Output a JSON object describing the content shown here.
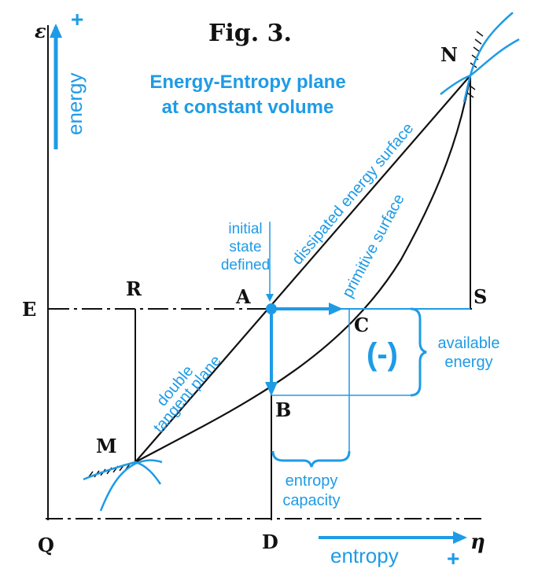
{
  "figure": {
    "title": "Fig. 3.",
    "subtitle_line1": "Energy-Entropy plane",
    "subtitle_line2": "at constant volume",
    "colors": {
      "accent": "#1e9be6",
      "ink": "#111111"
    }
  },
  "axes": {
    "y_symbol": "ε",
    "x_symbol": "η",
    "y_label": "energy",
    "y_plus": "+",
    "x_label": "entropy",
    "x_plus": "+"
  },
  "points": {
    "E": "E",
    "R": "R",
    "A": "A",
    "S": "S",
    "C": "C",
    "B": "B",
    "M": "M",
    "N": "N",
    "Q": "Q",
    "D": "D"
  },
  "annotations": {
    "initial_line1": "initial",
    "initial_line2": "state",
    "initial_line3": "defined",
    "dissipated": "dissipated energy surface",
    "primitive": "primitive surface",
    "double_line1": "double",
    "double_line2": "tangent plane",
    "minus": "(-)",
    "available_line1": "available",
    "available_line2": "energy",
    "capacity_line1": "entropy",
    "capacity_line2": "capacity"
  }
}
